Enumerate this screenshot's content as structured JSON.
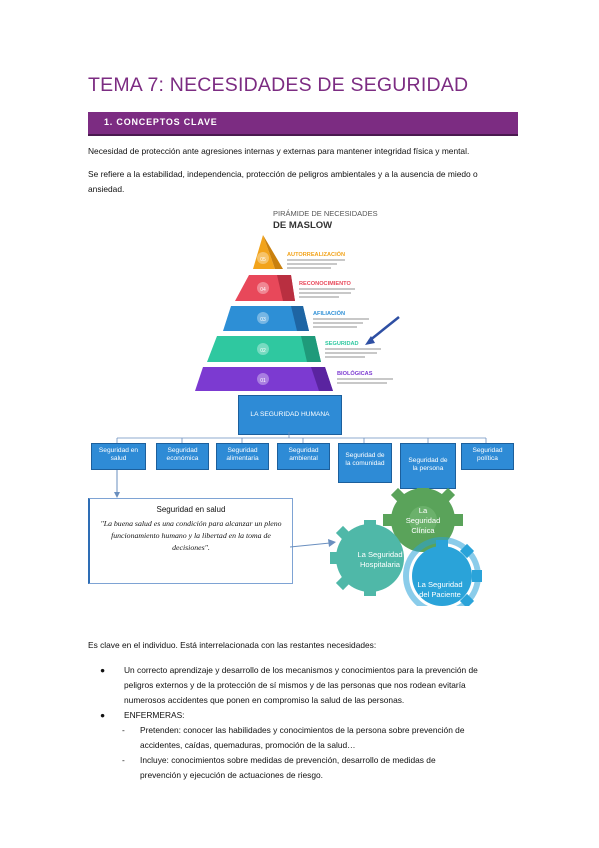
{
  "title": "TEMA 7: NECESIDADES DE SEGURIDAD",
  "section": {
    "label": "1.   CONCEPTOS CLAVE"
  },
  "intro": {
    "p1": "Necesidad de protección ante agresiones internas y externas para mantener integridad física y mental.",
    "p2_line1": "Se refiere a la estabilidad, independencia, protección de peligros ambientales y a la ausencia de miedo o",
    "p2_line2": "ansiedad."
  },
  "maslow": {
    "title_line1": "PIRÁMIDE DE NECESIDADES",
    "title_line2": "DE MASLOW",
    "levels": [
      {
        "num": "05",
        "label": "AUTORREALIZACIÓN",
        "color": "#f2a31a"
      },
      {
        "num": "04",
        "label": "RECONOCIMIENTO",
        "color": "#e8485a"
      },
      {
        "num": "03",
        "label": "AFILIACIÓN",
        "color": "#2d8fd6"
      },
      {
        "num": "02",
        "label": "SEGURIDAD",
        "color": "#2fc8a0"
      },
      {
        "num": "01",
        "label": "BIOLÓGICAS",
        "color": "#7c3ad1"
      }
    ]
  },
  "org": {
    "top": "LA SEGURIDAD HUMANA",
    "children": [
      {
        "l1": "Seguridad en",
        "l2": "salud"
      },
      {
        "l1": "Seguridad",
        "l2": "económica"
      },
      {
        "l1": "Seguridad",
        "l2": "alimentaria"
      },
      {
        "l1": "Seguridad",
        "l2": "ambiental"
      },
      {
        "l1": "Seguridad de",
        "l2": "la comunidad"
      },
      {
        "l1": "Seguridad de",
        "l2": "la persona"
      },
      {
        "l1": "Seguridad",
        "l2": "política"
      }
    ]
  },
  "health_box": {
    "title": "Seguridad en salud",
    "quote1": "\"La buena salud es una condición para alcanzar un pleno",
    "quote2": "funcionamiento humano y la libertad en la toma de",
    "quote3": "decisiones\"."
  },
  "gears": {
    "g1_l1": "La",
    "g1_l2": "Seguridad",
    "g1_l3": "Clínica",
    "g2_l1": "La Seguridad",
    "g2_l2": "Hospitalaria",
    "g3_l1": "La Seguridad",
    "g3_l2": "del Paciente",
    "colors": {
      "top": "#5aa35a",
      "mid": "#4fb8a8",
      "bottom": "#2aa3d9"
    }
  },
  "body": {
    "lead": "Es clave en el individuo. Está interrelacionada con las restantes necesidades:",
    "b1_l1": "Un correcto aprendizaje y desarrollo de los mecanismos y conocimientos para la prevención de",
    "b1_l2": "peligros externos y de la protección de sí mismos y de las personas que nos rodean evitaría",
    "b1_l3": "numerosos accidentes que ponen en compromiso la salud de las personas.",
    "b2": "ENFERMERAS:",
    "s1_l1": "Pretenden: conocer las habilidades y conocimientos de la persona sobre prevención de",
    "s1_l2": "accidentes, caídas, quemaduras, promoción de la salud…",
    "s2_l1": "Incluye: conocimientos sobre medidas de prevención, desarrollo de medidas de",
    "s2_l2": "prevención y ejecución de actuaciones de riesgo."
  },
  "colors": {
    "accent": "#7c2c82",
    "org_blue": "#2e8bd6"
  }
}
